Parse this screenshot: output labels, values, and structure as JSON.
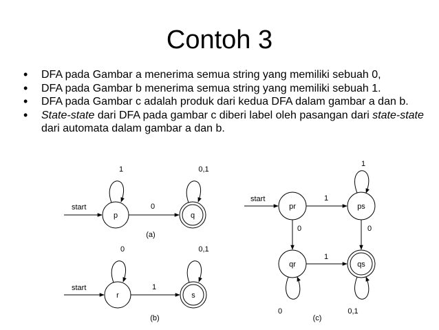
{
  "slide": {
    "title": "Contoh 3",
    "bullets": [
      {
        "text": "DFA pada Gambar a menerima semua string yang memiliki sebuah 0,"
      },
      {
        "text": "DFA pada Gambar b menerima semua string yang memiliki sebuah 1."
      },
      {
        "text": "DFA pada Gambar c adalah produk dari kedua DFA dalam gambar a dan b."
      },
      {
        "italic": "State-state",
        "text": " dari DFA pada gambar c diberi label oleh pasangan dari ",
        "italic2": "state-state",
        "text2": " dari automata dalam gambar a dan b."
      }
    ]
  },
  "diagram": {
    "a": {
      "caption": "(a)",
      "start_label": "start",
      "states": [
        {
          "name": "p",
          "accepting": false
        },
        {
          "name": "q",
          "accepting": true
        }
      ],
      "transitions": [
        {
          "from": "p",
          "to": "p",
          "label": "1"
        },
        {
          "from": "p",
          "to": "q",
          "label": "0"
        },
        {
          "from": "q",
          "to": "q",
          "label": "0,1"
        }
      ]
    },
    "b": {
      "caption": "(b)",
      "start_label": "start",
      "states": [
        {
          "name": "r",
          "accepting": false
        },
        {
          "name": "s",
          "accepting": true
        }
      ],
      "transitions": [
        {
          "from": "r",
          "to": "r",
          "label": "0"
        },
        {
          "from": "r",
          "to": "s",
          "label": "1"
        },
        {
          "from": "s",
          "to": "s",
          "label": "0,1"
        }
      ]
    },
    "c": {
      "caption": "(c)",
      "start_label": "start",
      "states": [
        {
          "name": "pr",
          "accepting": false
        },
        {
          "name": "ps",
          "accepting": false
        },
        {
          "name": "qr",
          "accepting": false
        },
        {
          "name": "qs",
          "accepting": true
        }
      ],
      "transitions": [
        {
          "from": "pr",
          "to": "ps",
          "label": "1"
        },
        {
          "from": "ps",
          "to": "ps",
          "label": "1"
        },
        {
          "from": "pr",
          "to": "qr",
          "label": "0"
        },
        {
          "from": "ps",
          "to": "qs",
          "label": "0"
        },
        {
          "from": "qr",
          "to": "qs",
          "label": "1"
        },
        {
          "from": "qr",
          "to": "qr",
          "label": "0"
        },
        {
          "from": "qs",
          "to": "qs",
          "label": "0,1"
        }
      ]
    }
  }
}
